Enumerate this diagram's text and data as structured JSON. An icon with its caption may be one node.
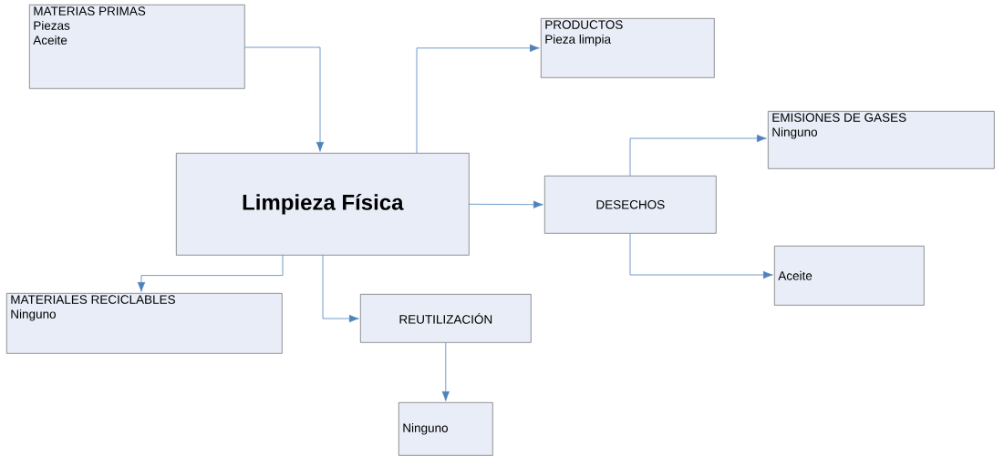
{
  "diagram": {
    "nodes": [
      {
        "text": [
          "MATERIAS PRIMAS",
          "Piezas",
          "Aceite"
        ]
      },
      {
        "text": [
          "PRODUCTOS",
          "Pieza limpia"
        ]
      },
      {
        "text": [
          "Limpieza Física"
        ]
      },
      {
        "text": [
          "DESECHOS"
        ]
      },
      {
        "text": [
          "EMISIONES DE GASES",
          "Ninguno"
        ]
      },
      {
        "text": [
          "Aceite"
        ]
      },
      {
        "text": [
          "MATERIALES RECICLABLES",
          "Ninguno"
        ]
      },
      {
        "text": [
          "REUTILIZACIÓN"
        ]
      },
      {
        "text": [
          "Ninguno"
        ]
      }
    ],
    "edges": [
      {
        "from": 0,
        "to": 2,
        "arrow": "to"
      },
      {
        "from": 2,
        "to": 1,
        "arrow": "to"
      },
      {
        "from": 2,
        "to": 3,
        "arrow": "to"
      },
      {
        "from": 3,
        "to": 4,
        "arrow": "to"
      },
      {
        "from": 3,
        "to": 5,
        "arrow": "to"
      },
      {
        "from": 2,
        "to": 6,
        "arrow": "to"
      },
      {
        "from": 2,
        "to": 7,
        "arrow": "to"
      },
      {
        "from": 7,
        "to": 8,
        "arrow": "to"
      }
    ]
  }
}
